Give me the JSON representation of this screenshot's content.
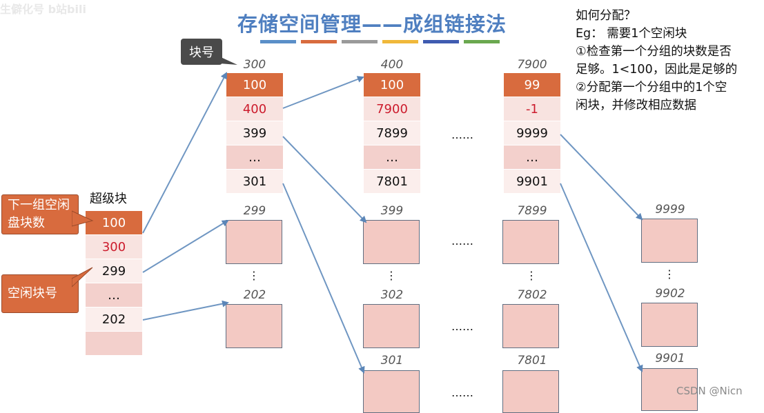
{
  "watermark_top": "生僻化号 b站bili",
  "title": "存储空间管理——成组链接法",
  "title_colors": [
    "#5a8fc8",
    "#d86b3e",
    "#9a9a9a",
    "#f0b83a",
    "#3f5bb0",
    "#6aa84f"
  ],
  "labels": {
    "block_no": "块号",
    "superblock": "超级块",
    "next_group_count": "下一组空闲盘块数",
    "free_block_no": "空闲块号"
  },
  "superblock_cells": [
    "100",
    "300",
    "299",
    "…",
    "202",
    ""
  ],
  "groups": [
    {
      "block": "300",
      "cells": [
        "100",
        "400",
        "399",
        "…",
        "301"
      ]
    },
    {
      "block": "400",
      "cells": [
        "100",
        "7900",
        "7899",
        "…",
        "7801"
      ]
    },
    {
      "block": "7900",
      "cells": [
        "99",
        "-1",
        "9999",
        "…",
        "9901"
      ]
    }
  ],
  "free_block_labels": {
    "col1": [
      "299",
      "202"
    ],
    "col2": [
      "399",
      "302",
      "301"
    ],
    "col3": [
      "7899",
      "7802",
      "7801"
    ],
    "col4": [
      "9999",
      "9902",
      "9901"
    ]
  },
  "ellipsis": "……",
  "vertical_ellipsis": "⋮",
  "notes": [
    "如何分配？",
    "Eg： 需要1个空闲块",
    "①检查第一个分组的块数是否",
    "足够。1<100，因此是足够的",
    "②分配第一个分组中的1个空",
    "闲块，并修改相应数据"
  ],
  "watermark": "CSDN @Nicn"
}
